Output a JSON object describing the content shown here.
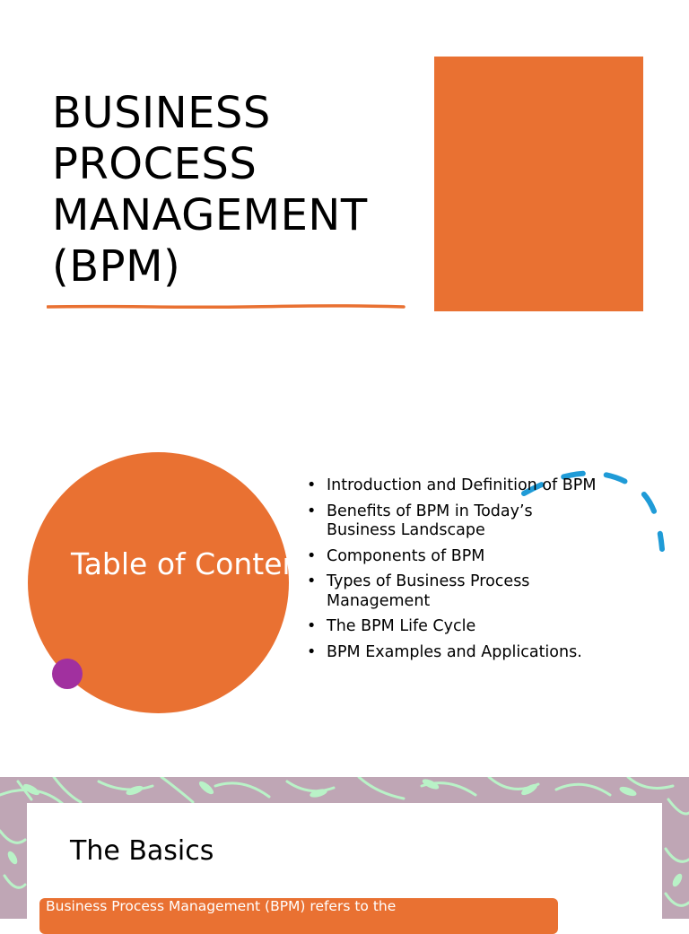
{
  "slide1": {
    "title": "BUSINESS PROCESS MANAGEMENT (BPM)"
  },
  "slide2": {
    "heading": "Table of Content",
    "items": [
      "Introduction and Definition of BPM",
      "Benefits of BPM in Today’s Business Landscape",
      "Components of BPM",
      "Types of Business Process Management",
      "The BPM Life Cycle",
      "BPM Examples and Applications."
    ]
  },
  "slide3": {
    "heading": "The Basics",
    "body_text": "Business Process Management (BPM) refers to the"
  },
  "colors": {
    "accent_orange": "#E97132",
    "accent_purple": "#A1309F",
    "accent_blue": "#1F9BD7",
    "pattern_bg": "#BFA6B5",
    "leaf_green": "#B9F2C7"
  }
}
